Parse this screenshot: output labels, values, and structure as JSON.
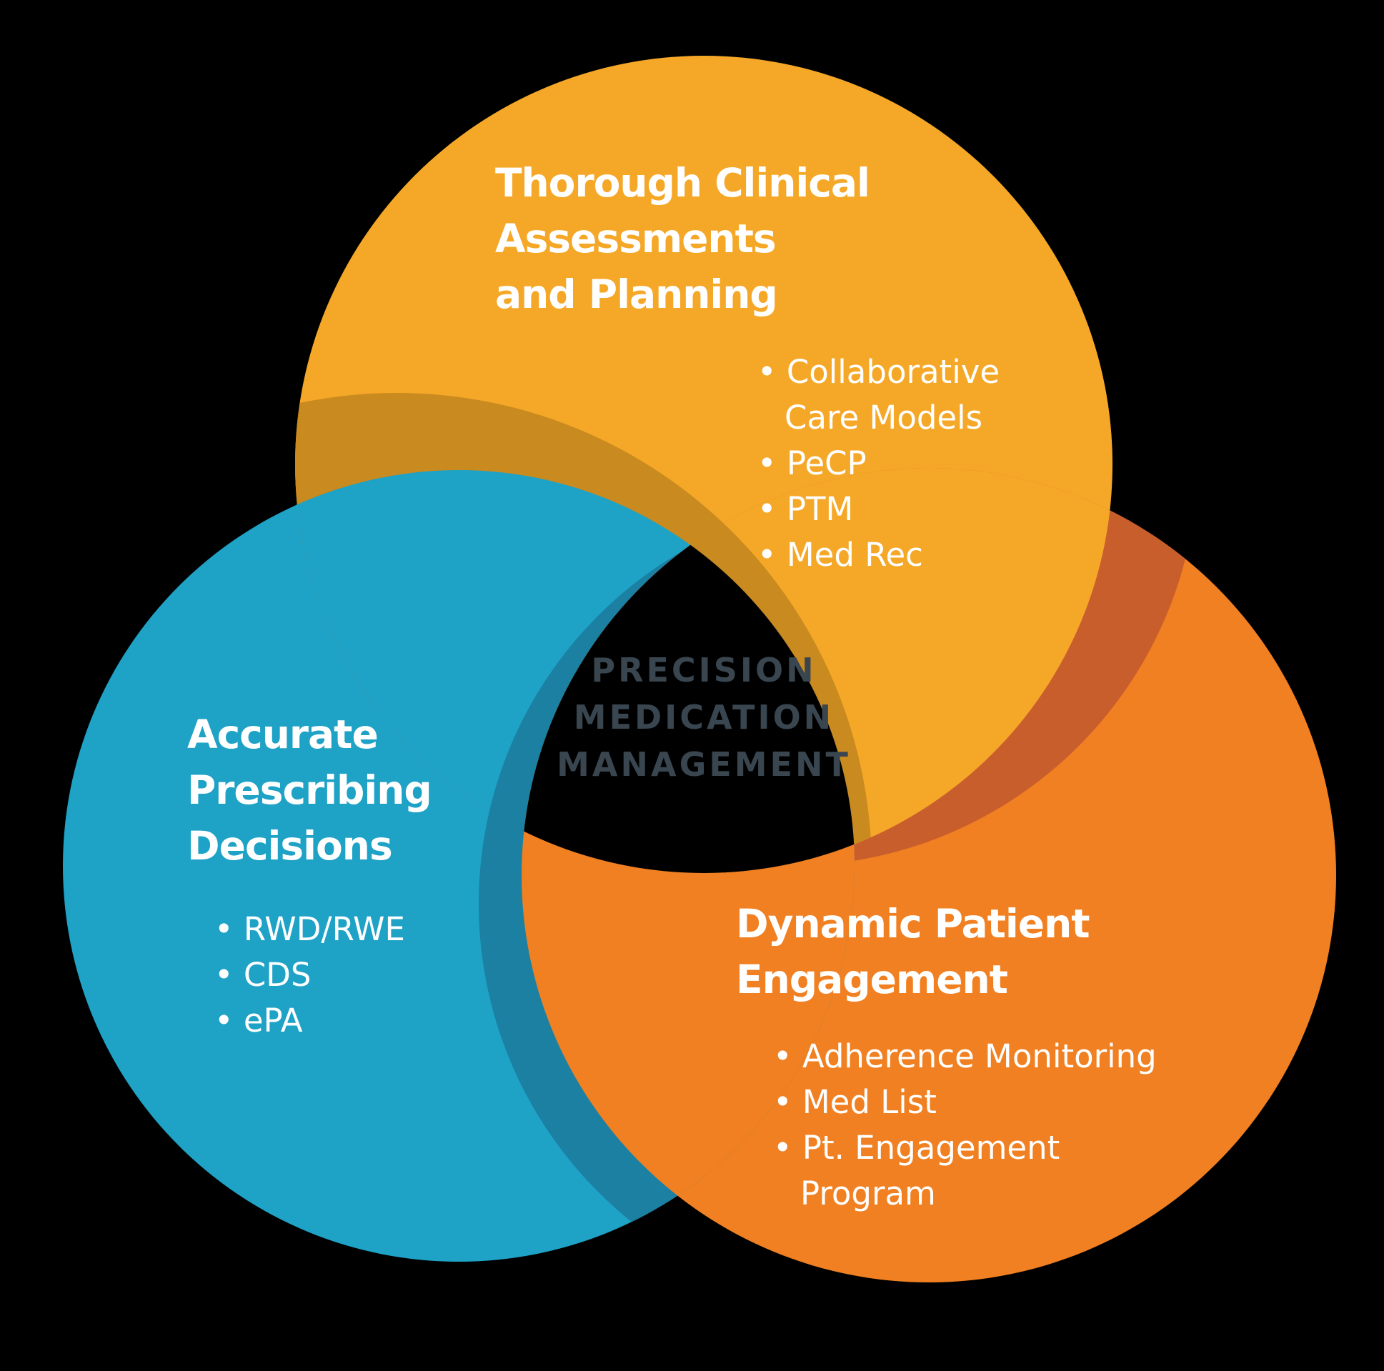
{
  "background": "#000000",
  "text_color": "#FFFFFF",
  "bullet": "•",
  "center": {
    "lines": [
      "PRECISION",
      "MEDICATION",
      "MANAGEMENT"
    ],
    "color": "#394650"
  },
  "circles": {
    "clinical": {
      "color": "#F5A828",
      "shadow_color": "#C98A20",
      "title_lines": [
        "Thorough Clinical",
        "Assessments",
        "and Planning"
      ],
      "items": [
        [
          "Collaborative",
          "Care Models"
        ],
        [
          "PeCP"
        ],
        [
          "PTM"
        ],
        [
          "Med Rec"
        ]
      ]
    },
    "prescribing": {
      "color": "#1EA2C6",
      "shadow_color": "#1B80A2",
      "title_lines": [
        "Accurate",
        "Prescribing",
        "Decisions"
      ],
      "items": [
        [
          "RWD/RWE"
        ],
        [
          "CDS"
        ],
        [
          "ePA"
        ]
      ]
    },
    "engagement": {
      "color": "#F08021",
      "shadow_color": "#C95E2D",
      "title_lines": [
        "Dynamic Patient",
        "Engagement"
      ],
      "items": [
        [
          "Adherence Monitoring"
        ],
        [
          "Med List"
        ],
        [
          "Pt. Engagement",
          "Program"
        ]
      ]
    }
  }
}
